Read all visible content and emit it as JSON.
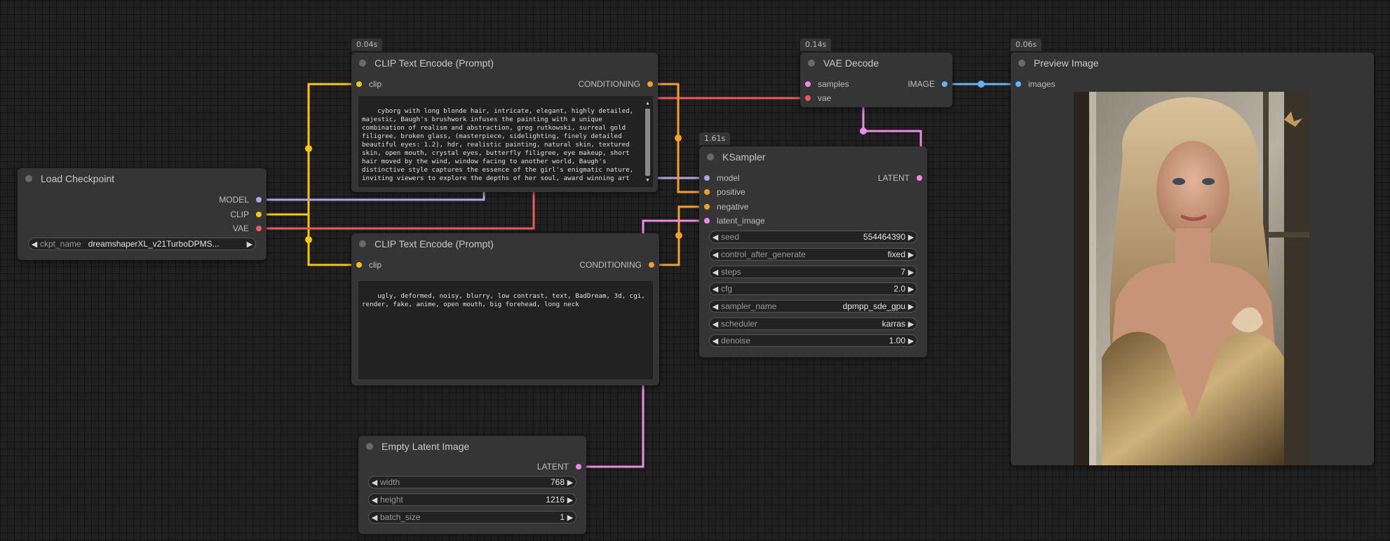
{
  "colors": {
    "clip": "#f5c518",
    "conditioning": "#f0a030",
    "vae": "#ef5a5a",
    "model": "#b4a4e6",
    "latent": "#ee8ae6",
    "image": "#64b4f6"
  },
  "load_checkpoint": {
    "title": "Load Checkpoint",
    "outputs": [
      "MODEL",
      "CLIP",
      "VAE"
    ],
    "ckpt_label": "ckpt_name",
    "ckpt_value": "dreamshaperXL_v21TurboDPMS..."
  },
  "clip_pos": {
    "badge": "0.04s",
    "title": "CLIP Text Encode (Prompt)",
    "input": "clip",
    "output": "CONDITIONING",
    "text": "cyborg with long blonde hair, intricate, elegant, highly detailed, majestic, Baugh's brushwork infuses the painting with a unique combination of realism and abstraction, greg rutkowski, surreal gold filigree, broken glass, (masterpiece, sidelighting, finely detailed beautiful eyes: 1.2), hdr, realistic painting, natural skin, textured skin, open mouth, crystal eyes, butterfly filigree, eye makeup, short hair moved by the wind, window facing to another world, Baugh's distinctive style captures the essence of the girl's enigmatic nature, inviting viewers to explore the depths of her soul, award winning art"
  },
  "clip_neg": {
    "title": "CLIP Text Encode (Prompt)",
    "input": "clip",
    "output": "CONDITIONING",
    "text": "ugly, deformed, noisy, blurry, low contrast, text, BadDream, 3d, cgi, render, fake, anime, open mouth, big forehead, long neck"
  },
  "vae_decode": {
    "badge": "0.14s",
    "title": "VAE Decode",
    "inputs": [
      "samples",
      "vae"
    ],
    "output": "IMAGE"
  },
  "ksampler": {
    "badge": "1.61s",
    "title": "KSampler",
    "inputs": [
      "model",
      "positive",
      "negative",
      "latent_image"
    ],
    "output": "LATENT",
    "widgets": [
      {
        "label": "seed",
        "value": "554464390"
      },
      {
        "label": "control_after_generate",
        "value": "fixed"
      },
      {
        "label": "steps",
        "value": "7"
      },
      {
        "label": "cfg",
        "value": "2.0"
      },
      {
        "label": "sampler_name",
        "value": "dpmpp_sde_gpu"
      },
      {
        "label": "scheduler",
        "value": "karras"
      },
      {
        "label": "denoise",
        "value": "1.00"
      }
    ]
  },
  "preview": {
    "badge": "0.06s",
    "title": "Preview Image",
    "input": "images"
  },
  "empty_latent": {
    "title": "Empty Latent Image",
    "output": "LATENT",
    "widgets": [
      {
        "label": "width",
        "value": "768"
      },
      {
        "label": "height",
        "value": "1216"
      },
      {
        "label": "batch_size",
        "value": "1"
      }
    ]
  }
}
